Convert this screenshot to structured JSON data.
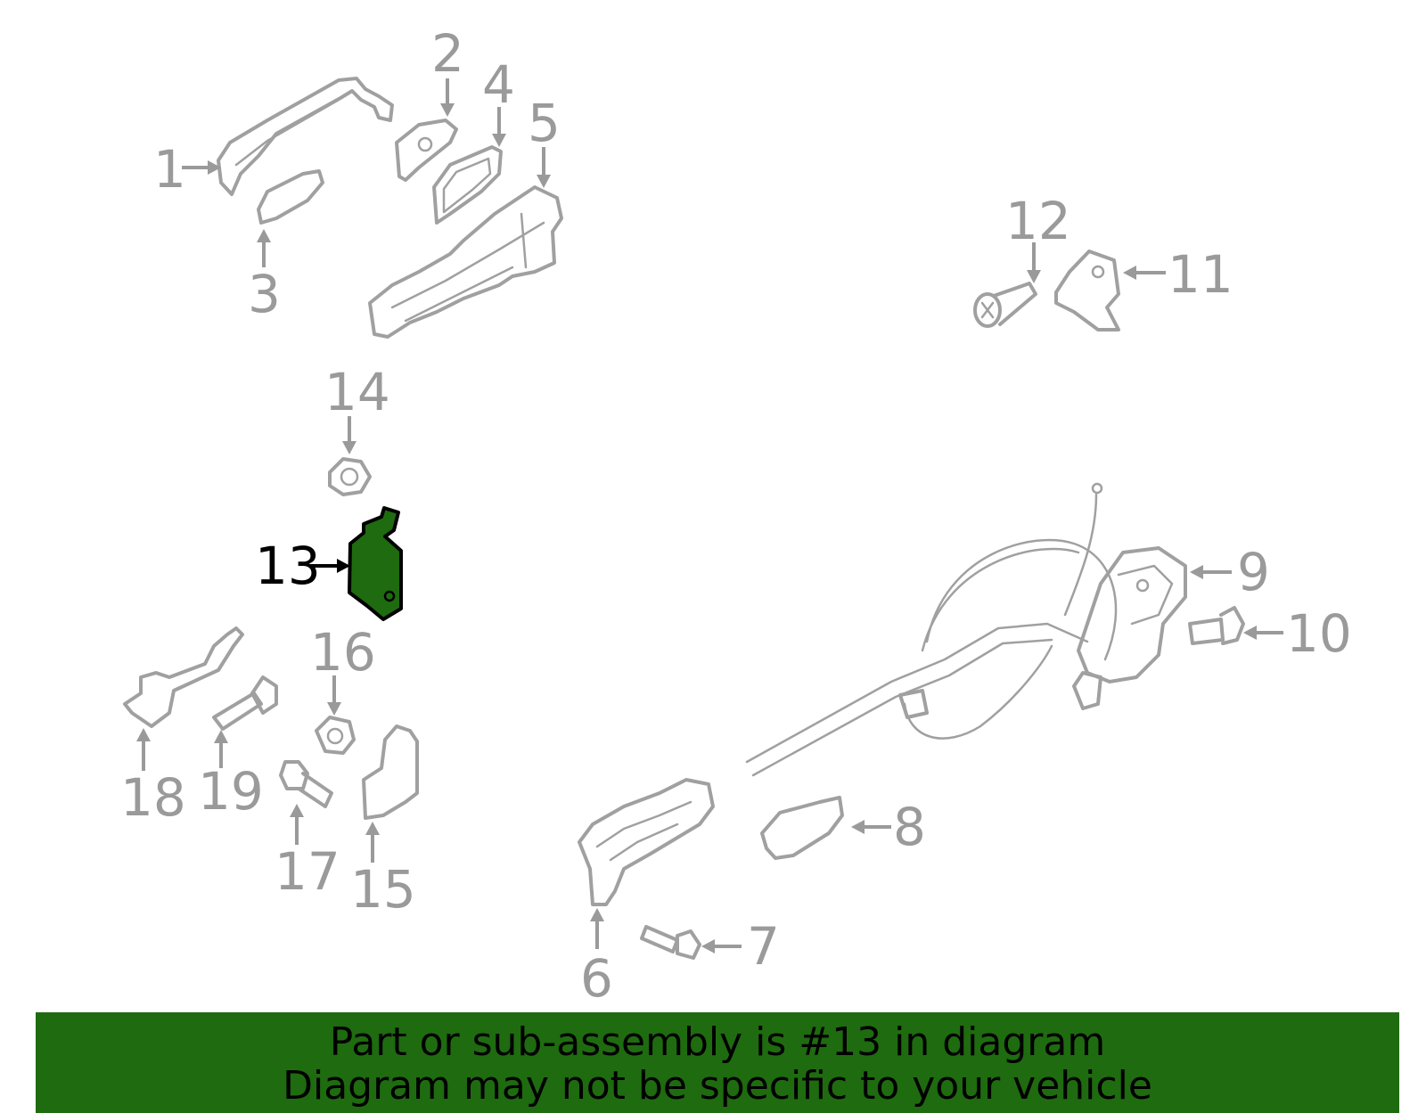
{
  "diagram": {
    "highlighted_part": "13",
    "callouts": [
      {
        "id": "c1",
        "label": "1"
      },
      {
        "id": "c2",
        "label": "2"
      },
      {
        "id": "c3",
        "label": "3"
      },
      {
        "id": "c4",
        "label": "4"
      },
      {
        "id": "c5",
        "label": "5"
      },
      {
        "id": "c6",
        "label": "6"
      },
      {
        "id": "c7",
        "label": "7"
      },
      {
        "id": "c8",
        "label": "8"
      },
      {
        "id": "c9",
        "label": "9"
      },
      {
        "id": "c10",
        "label": "10"
      },
      {
        "id": "c11",
        "label": "11"
      },
      {
        "id": "c12",
        "label": "12"
      },
      {
        "id": "c13",
        "label": "13"
      },
      {
        "id": "c14",
        "label": "14"
      },
      {
        "id": "c15",
        "label": "15"
      },
      {
        "id": "c16",
        "label": "16"
      },
      {
        "id": "c17",
        "label": "17"
      },
      {
        "id": "c18",
        "label": "18"
      },
      {
        "id": "c19",
        "label": "19"
      }
    ],
    "colors": {
      "line_art": "#a0a0a0",
      "callout_text": "#9a9a9a",
      "highlight_fill": "#1f6b10",
      "banner_bg": "#1f6b10"
    }
  },
  "banner": {
    "line1": "Part or sub-assembly is #13 in diagram",
    "line2": "Diagram may not be specific to your vehicle"
  }
}
